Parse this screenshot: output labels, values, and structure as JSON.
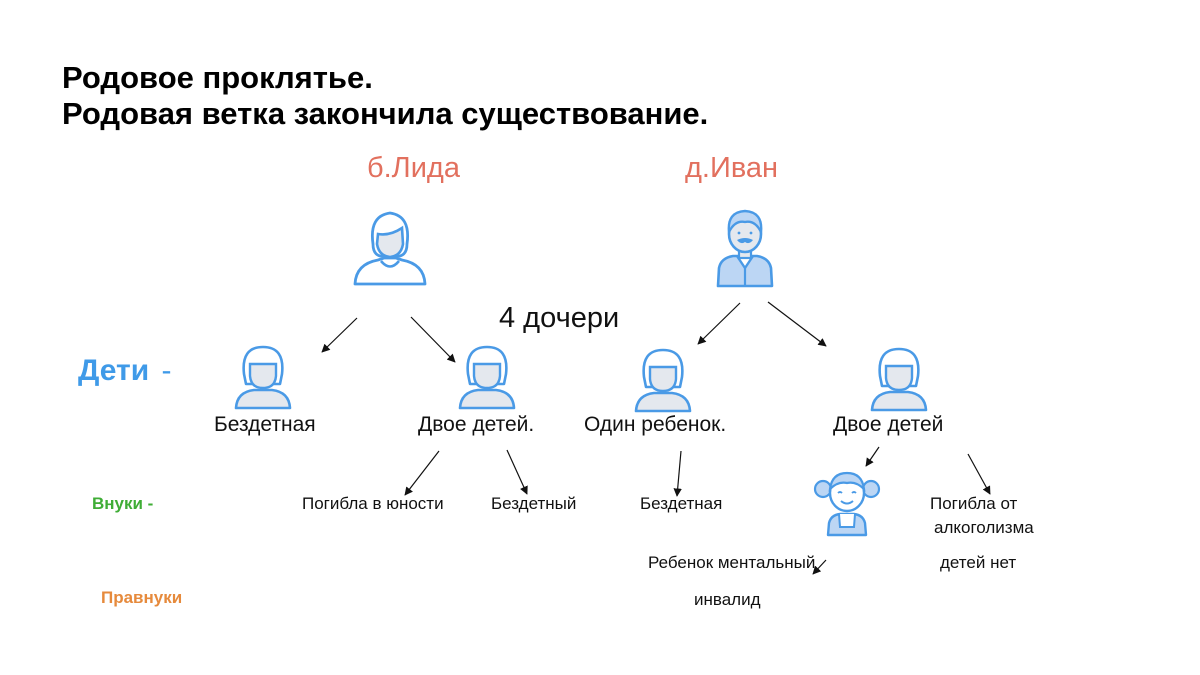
{
  "title": {
    "line1": "Родовое проклятье.",
    "line2": "Родовая ветка закончила существование."
  },
  "parents": {
    "grandmother": "б.Лида",
    "grandfather": "д.Иван"
  },
  "daughters_count": "4 дочери",
  "generations": {
    "children": "Дети",
    "children_dash": "-",
    "grandchildren": "Внуки -",
    "great_grandchildren": "Правнуки"
  },
  "children": [
    "Бездетная",
    "Двое детей.",
    "Один ребенок.",
    "Двое детей"
  ],
  "grandchildren": [
    "Погибла в юности",
    "Бездетный",
    "Бездетная",
    "Погибла от",
    "алкоголизма"
  ],
  "notes": {
    "mental_line1": "Ребенок ментальный",
    "mental_line2": "инвалид",
    "no_children": "детей нет"
  },
  "colors": {
    "icon_stroke": "#4a9ae6",
    "icon_face": "#e4e8ee",
    "icon_hair": "#ffffff",
    "parent_name": "#e2705e",
    "children_label": "#3f9ae8",
    "grandchildren_label": "#3fad36",
    "great_grandchildren_label": "#e68a3c"
  },
  "icons": [
    "woman-icon",
    "man-icon",
    "girl-icon",
    "child-pigtails-icon"
  ]
}
